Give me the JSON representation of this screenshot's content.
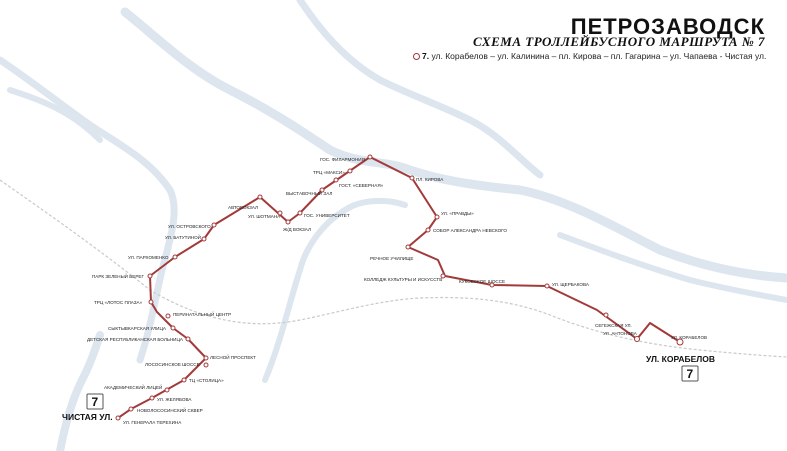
{
  "header": {
    "city": "ПЕТРОЗАВОДСК",
    "subtitle": "СХЕМА ТРОЛЛЕЙБУСНОГО МАРШРУТА № 7",
    "route_number_label": "7.",
    "route_description": "ул. Корабелов – ул. Калинина – пл. Кирова – пл. Гагарина – ул. Чапаева - Чистая ул."
  },
  "colors": {
    "route": "#a33a3a",
    "water": "#dde5ee",
    "railway": "#c9c9c9"
  },
  "route": {
    "number": "7",
    "termini": {
      "start": "ЧИСТАЯ УЛ.",
      "end": "УЛ. КОРАБЕЛОВ"
    },
    "stops": [
      "УЛ. ГЕНЕРАЛА ТЕРЕХИНА",
      "НОВОЛОСОСИНСКИЙ СКВЕР",
      "УЛ. ЖЕЛЯБОВА",
      "АКАДЕМИЧЕСКИЙ ЛИЦЕЙ",
      "ТЦ «СТОЛИЦА»",
      "ЛОСОСИНСКОЕ ШОССЕ",
      "ЛЕСНОЙ ПРОСПЕКТ",
      "ДЕТСКАЯ РЕСПУБЛИКАНСКАЯ БОЛЬНИЦА",
      "СЫКТЫВКАРСКАЯ УЛИЦА",
      "ПЕРИНАТАЛЬНЫЙ ЦЕНТР",
      "ТРЦ «ЛОТОС ПЛАЗА»",
      "ПАРК ЗЕЛЕНЫЙ БЕРЕГ",
      "УЛ. ПАРХОМЕНКО",
      "УЛ. БАТУТИНОЙ",
      "УЛ. ОСТРОВСКОГО",
      "АВТОВОКЗАЛ",
      "УЛ. ШОТМАНА",
      "Ж/Д ВОКЗАЛ",
      "ГОС. УНИВЕРСИТЕТ",
      "ВЫСТАВОЧНЫЙ ЗАЛ",
      "ТРЦ «МАКСИ»",
      "ГОСТ. «СЕВЕРНАЯ»",
      "ГОС. ФИЛАРМОНИЯ",
      "ПЛ. КИРОВА",
      "УЛ. «ПРАВДЫ»",
      "СОБОР АЛЕКСАНДРА НЕВСКОГО",
      "РЕЧНОЕ УЧИЛИЩЕ",
      "КОЛЛЕДЖ КУЛЬТУРЫ И ИСКУССТВ",
      "КУКОВСКОЕ ШОССЕ",
      "УЛ. ЩЕРБАКОВА",
      "СЕГЕЖСКАЯ УЛ.",
      "УЛ. АНТОНОВА",
      "УЛ. КОРАБЕЛОВ"
    ]
  }
}
